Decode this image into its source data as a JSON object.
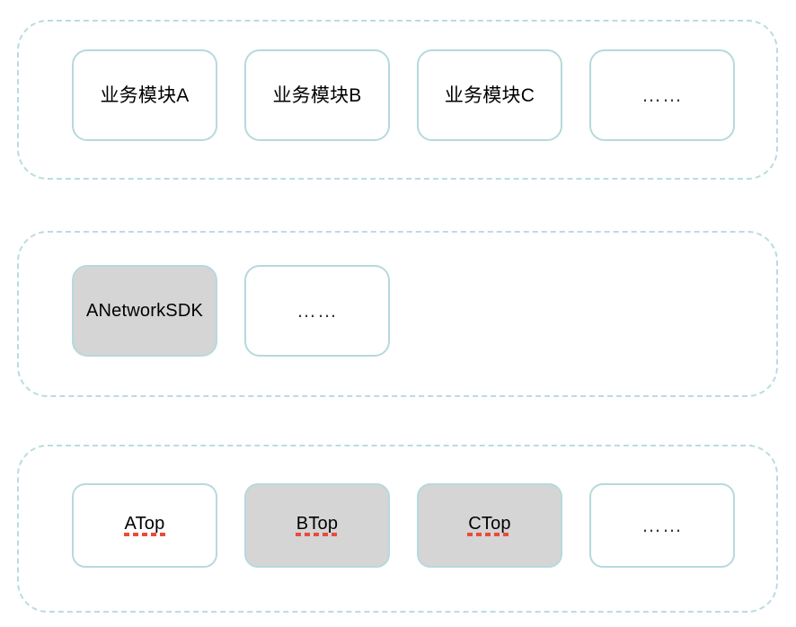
{
  "diagram": {
    "title": "Layered architecture diagram",
    "colors": {
      "container_border": "#badce1",
      "box_border": "#b6d9de",
      "box_fill_highlight": "#d5d5d5",
      "box_fill_default": "#ffffff",
      "spellcheck_underline": "#ec4a3b",
      "text": "#000000",
      "background": "#ffffff"
    },
    "layers": [
      {
        "name": "business-module-layer",
        "boxes": [
          {
            "label": "业务模块A",
            "filled": false,
            "ellipsis": false,
            "spellcheck": false,
            "cjk": true
          },
          {
            "label": "业务模块B",
            "filled": false,
            "ellipsis": false,
            "spellcheck": false,
            "cjk": true
          },
          {
            "label": "业务模块C",
            "filled": false,
            "ellipsis": false,
            "spellcheck": false,
            "cjk": true
          },
          {
            "label": "……",
            "filled": false,
            "ellipsis": true,
            "spellcheck": false,
            "cjk": false
          }
        ]
      },
      {
        "name": "network-sdk-layer",
        "boxes": [
          {
            "label": "ANetworkSDK",
            "filled": true,
            "ellipsis": false,
            "spellcheck": false,
            "cjk": false
          },
          {
            "label": "……",
            "filled": false,
            "ellipsis": true,
            "spellcheck": false,
            "cjk": false
          }
        ]
      },
      {
        "name": "protocol-stack-layer",
        "boxes": [
          {
            "label": "ATop",
            "filled": false,
            "ellipsis": false,
            "spellcheck": true,
            "cjk": false
          },
          {
            "label": "BTop",
            "filled": true,
            "ellipsis": false,
            "spellcheck": true,
            "cjk": false
          },
          {
            "label": "CTop",
            "filled": true,
            "ellipsis": false,
            "spellcheck": true,
            "cjk": false
          },
          {
            "label": "……",
            "filled": false,
            "ellipsis": true,
            "spellcheck": false,
            "cjk": false
          }
        ]
      }
    ]
  }
}
